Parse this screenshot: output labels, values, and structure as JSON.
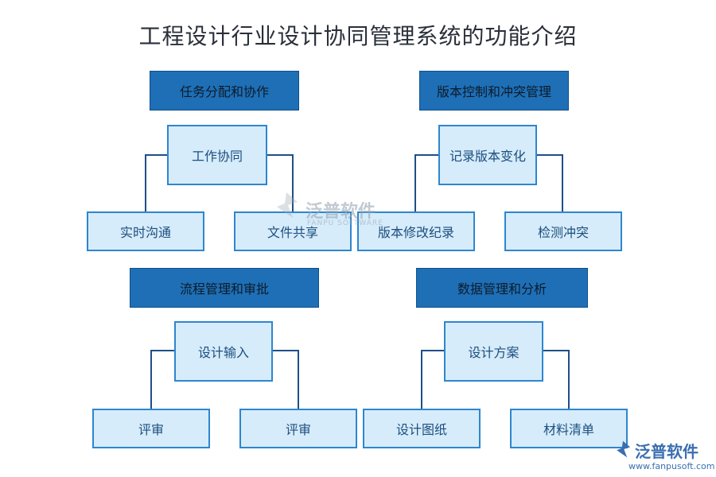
{
  "title": "工程设计行业设计协同管理系统的功能介绍",
  "sections": [
    {
      "header": "任务分配和协作",
      "center": "工作协同",
      "left": "实时沟通",
      "right": "文件共享"
    },
    {
      "header": "版本控制和冲突管理",
      "center": "记录版本变化",
      "left": "版本修改纪录",
      "right": "检测冲突"
    },
    {
      "header": "流程管理和审批",
      "center": "设计输入",
      "left": "评审",
      "right": "评审"
    },
    {
      "header": "数据管理和分析",
      "center": "设计方案",
      "left": "设计图纸",
      "right": "材料清单"
    }
  ],
  "watermark": {
    "name": "泛普软件",
    "sub": "FANPU SOFTWARE"
  },
  "logo": {
    "name": "泛普软件",
    "url": "www.fanpusoft.com"
  },
  "colors": {
    "header_bg": "#1e6fb6",
    "node_bg": "#d6ecfb",
    "node_border": "#2e86cf",
    "connector": "#1f4f88"
  }
}
